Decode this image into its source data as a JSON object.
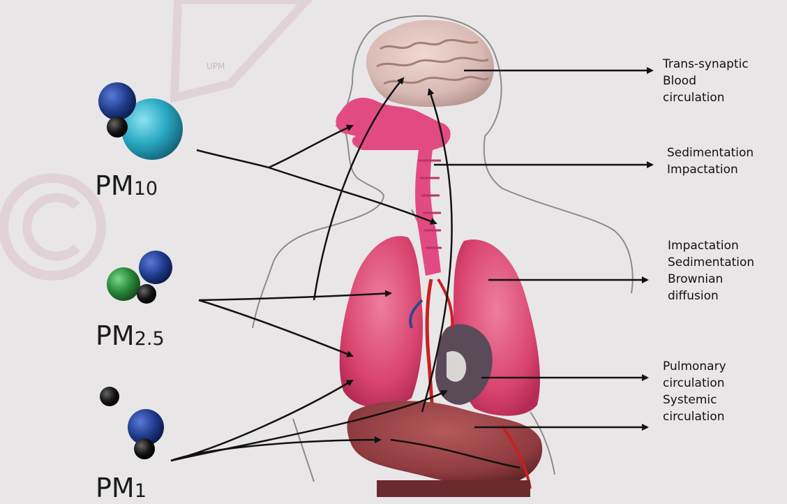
{
  "watermark": {
    "symbol": "©",
    "text": "UPM",
    "color": "#d9c3c6"
  },
  "particles": [
    {
      "base": "PM",
      "sub": "10",
      "label_color": "#1b1b1b"
    },
    {
      "base": "PM",
      "sub": "2.5",
      "label_color": "#1b1b1b"
    },
    {
      "base": "PM",
      "sub": "1",
      "label_color": "#1b1b1b"
    }
  ],
  "deposition_labels": [
    {
      "lines": [
        "Trans-synaptic",
        "Blood",
        "circulation"
      ]
    },
    {
      "lines": [
        "Sedimentation",
        "Impactation"
      ]
    },
    {
      "lines": [
        "Impactation",
        "Sedimentation",
        "Brownian",
        "diffusion"
      ]
    },
    {
      "lines": [
        "Pulmonary",
        "circulation",
        "Systemic",
        "circulation"
      ]
    }
  ],
  "colors": {
    "background": "#e9e6e8",
    "lung": "#d9446f",
    "airway": "#e24b82",
    "brain": "#d9b9b4",
    "liver": "#8e3b3f",
    "artery": "#c8201f",
    "particle_blue": "#1e3a8a",
    "particle_cyan": "#2aa9c4",
    "particle_green": "#2a8a3a",
    "particle_black": "#121212"
  },
  "icons": {
    "particle": "molecule-cluster-icon",
    "arrow": "arrow-right-icon"
  }
}
